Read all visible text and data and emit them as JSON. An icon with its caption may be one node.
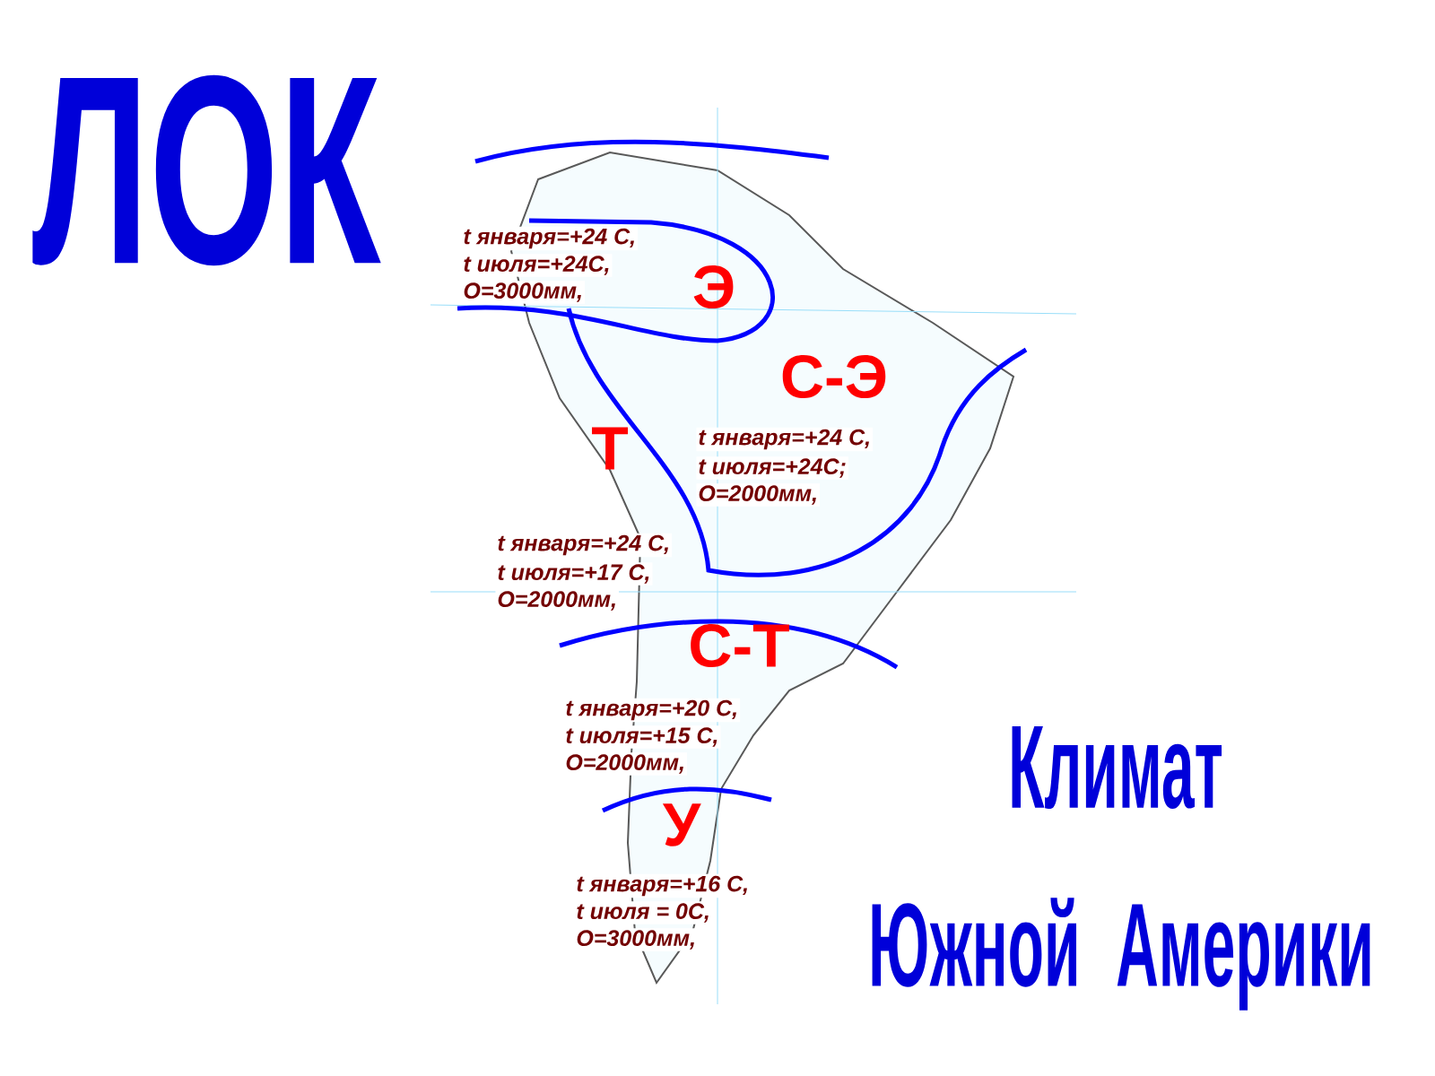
{
  "diagram": {
    "labels": [
      "ЛОК",
      "t января=+24 С,",
      "t июля=+24С,",
      "О=3000мм,",
      "Э",
      "С-Э",
      "Т",
      "t января=+24 С,",
      "t июля=+24С;",
      "О=2000мм,",
      "t января=+24 С,",
      "t июля=+17 С,",
      "О=2000мм,",
      "С-Т",
      "t января=+20 С,",
      "t июля=+15 С,",
      "О=2000мм,",
      "Климат",
      "У",
      "Южной Америки",
      "t января=+16 С,",
      "t июля = 0С,",
      "О=3000мм,"
    ]
  }
}
